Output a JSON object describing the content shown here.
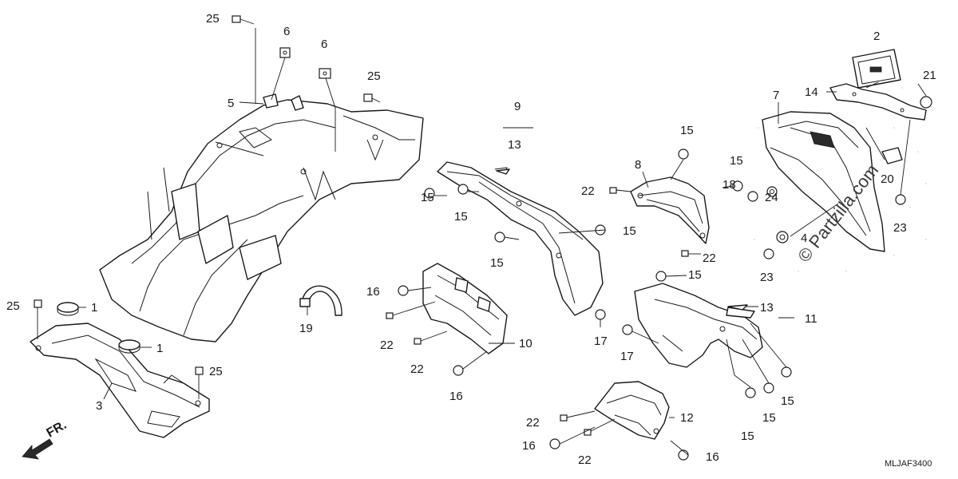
{
  "diagram": {
    "drawing_code": "MLJAF3400",
    "direction_label": "FR.",
    "watermark": "© Partzilla.com",
    "callouts": [
      {
        "id": "c25a",
        "label": "25"
      },
      {
        "id": "c6a",
        "label": "6"
      },
      {
        "id": "c6b",
        "label": "6"
      },
      {
        "id": "c25b",
        "label": "25"
      },
      {
        "id": "c5",
        "label": "5"
      },
      {
        "id": "c9",
        "label": "9"
      },
      {
        "id": "c13a",
        "label": "13"
      },
      {
        "id": "c2",
        "label": "2"
      },
      {
        "id": "c21",
        "label": "21"
      },
      {
        "id": "c14",
        "label": "14"
      },
      {
        "id": "c7",
        "label": "7"
      },
      {
        "id": "c15a",
        "label": "15"
      },
      {
        "id": "c15b",
        "label": "15"
      },
      {
        "id": "c8",
        "label": "8"
      },
      {
        "id": "c18",
        "label": "18"
      },
      {
        "id": "c24",
        "label": "24"
      },
      {
        "id": "c20",
        "label": "20"
      },
      {
        "id": "c23a",
        "label": "23"
      },
      {
        "id": "c4",
        "label": "4"
      },
      {
        "id": "c23b",
        "label": "23"
      },
      {
        "id": "c15c",
        "label": "15"
      },
      {
        "id": "c15d",
        "label": "15"
      },
      {
        "id": "c15e",
        "label": "15"
      },
      {
        "id": "c22a",
        "label": "22"
      },
      {
        "id": "c15f",
        "label": "15"
      },
      {
        "id": "c22b",
        "label": "22"
      },
      {
        "id": "c15g",
        "label": "15"
      },
      {
        "id": "c25c",
        "label": "25"
      },
      {
        "id": "c1a",
        "label": "1"
      },
      {
        "id": "c1b",
        "label": "1"
      },
      {
        "id": "c25d",
        "label": "25"
      },
      {
        "id": "c3",
        "label": "3"
      },
      {
        "id": "c19",
        "label": "19"
      },
      {
        "id": "c16a",
        "label": "16"
      },
      {
        "id": "c22c",
        "label": "22"
      },
      {
        "id": "c22d",
        "label": "22"
      },
      {
        "id": "c16b",
        "label": "16"
      },
      {
        "id": "c10",
        "label": "10"
      },
      {
        "id": "c17a",
        "label": "17"
      },
      {
        "id": "c17b",
        "label": "17"
      },
      {
        "id": "c13b",
        "label": "13"
      },
      {
        "id": "c11",
        "label": "11"
      },
      {
        "id": "c15h",
        "label": "15"
      },
      {
        "id": "c15i",
        "label": "15"
      },
      {
        "id": "c15j",
        "label": "15"
      },
      {
        "id": "c12",
        "label": "12"
      },
      {
        "id": "c22e",
        "label": "22"
      },
      {
        "id": "c16c",
        "label": "16"
      },
      {
        "id": "c22f",
        "label": "22"
      },
      {
        "id": "c16d",
        "label": "16"
      }
    ]
  }
}
